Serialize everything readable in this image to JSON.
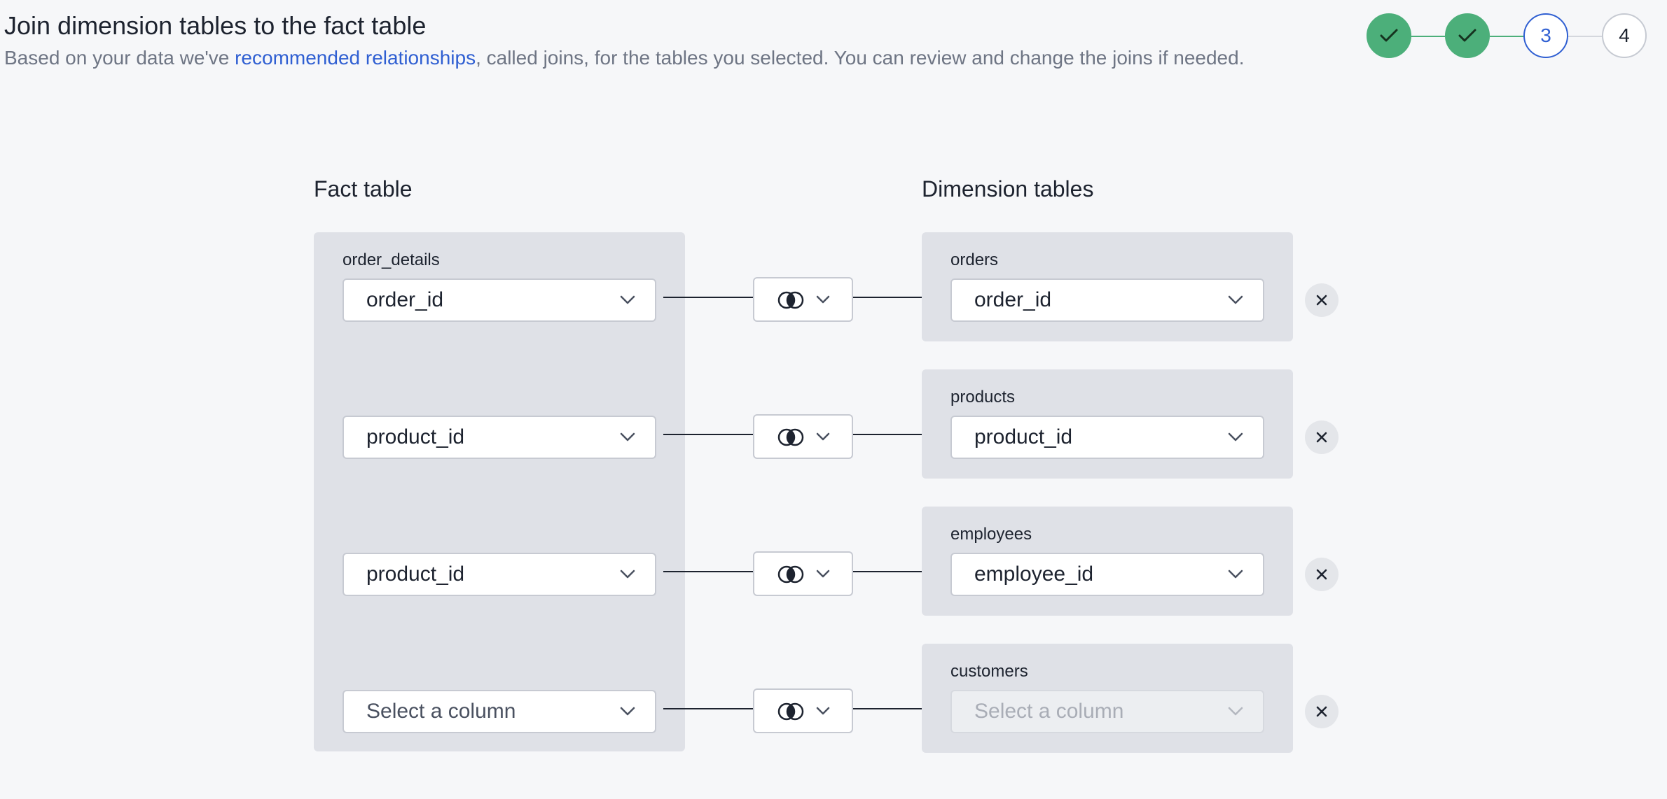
{
  "header": {
    "title": "Join dimension tables to the fact table",
    "subtitle_pre": "Based on your data we've ",
    "subtitle_link": "recommended relationships",
    "subtitle_post": ", called joins, for the tables you selected. You can review and change the joins if needed."
  },
  "stepper": {
    "steps": [
      {
        "label": "",
        "state": "done"
      },
      {
        "label": "",
        "state": "done"
      },
      {
        "label": "3",
        "state": "current"
      },
      {
        "label": "4",
        "state": "todo"
      }
    ]
  },
  "columns": {
    "fact_heading": "Fact table",
    "dimension_heading": "Dimension tables"
  },
  "fact_table": {
    "name": "order_details"
  },
  "joins": [
    {
      "fact_column": "order_id",
      "dimension_table": "orders",
      "dimension_column": "order_id",
      "join_type": "inner-join-icon"
    },
    {
      "fact_column": "product_id",
      "dimension_table": "products",
      "dimension_column": "product_id",
      "join_type": "inner-join-icon"
    },
    {
      "fact_column": "product_id",
      "dimension_table": "employees",
      "dimension_column": "employee_id",
      "join_type": "inner-join-icon"
    },
    {
      "fact_column": "Select a column",
      "dimension_table": "customers",
      "dimension_column": "Select a column",
      "join_type": "inner-join-icon"
    }
  ],
  "colors": {
    "accent": "#2f5fd2",
    "success": "#4caf7a",
    "panel": "#dfe1e7",
    "background": "#f6f7f9"
  }
}
